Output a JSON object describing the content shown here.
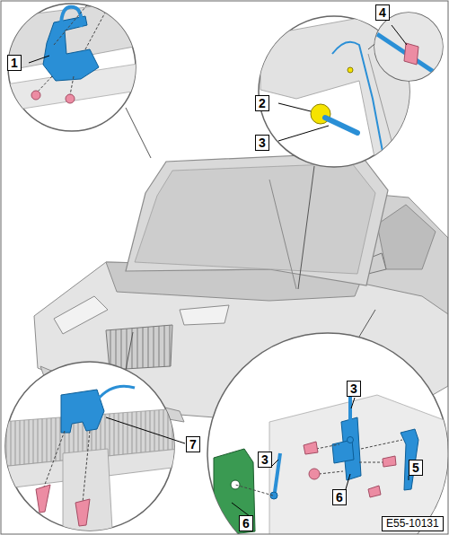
{
  "diagram": {
    "labels": [
      "1",
      "4",
      "2",
      "3",
      "3",
      "3",
      "7",
      "6",
      "5",
      "6",
      "E55-10131"
    ]
  }
}
